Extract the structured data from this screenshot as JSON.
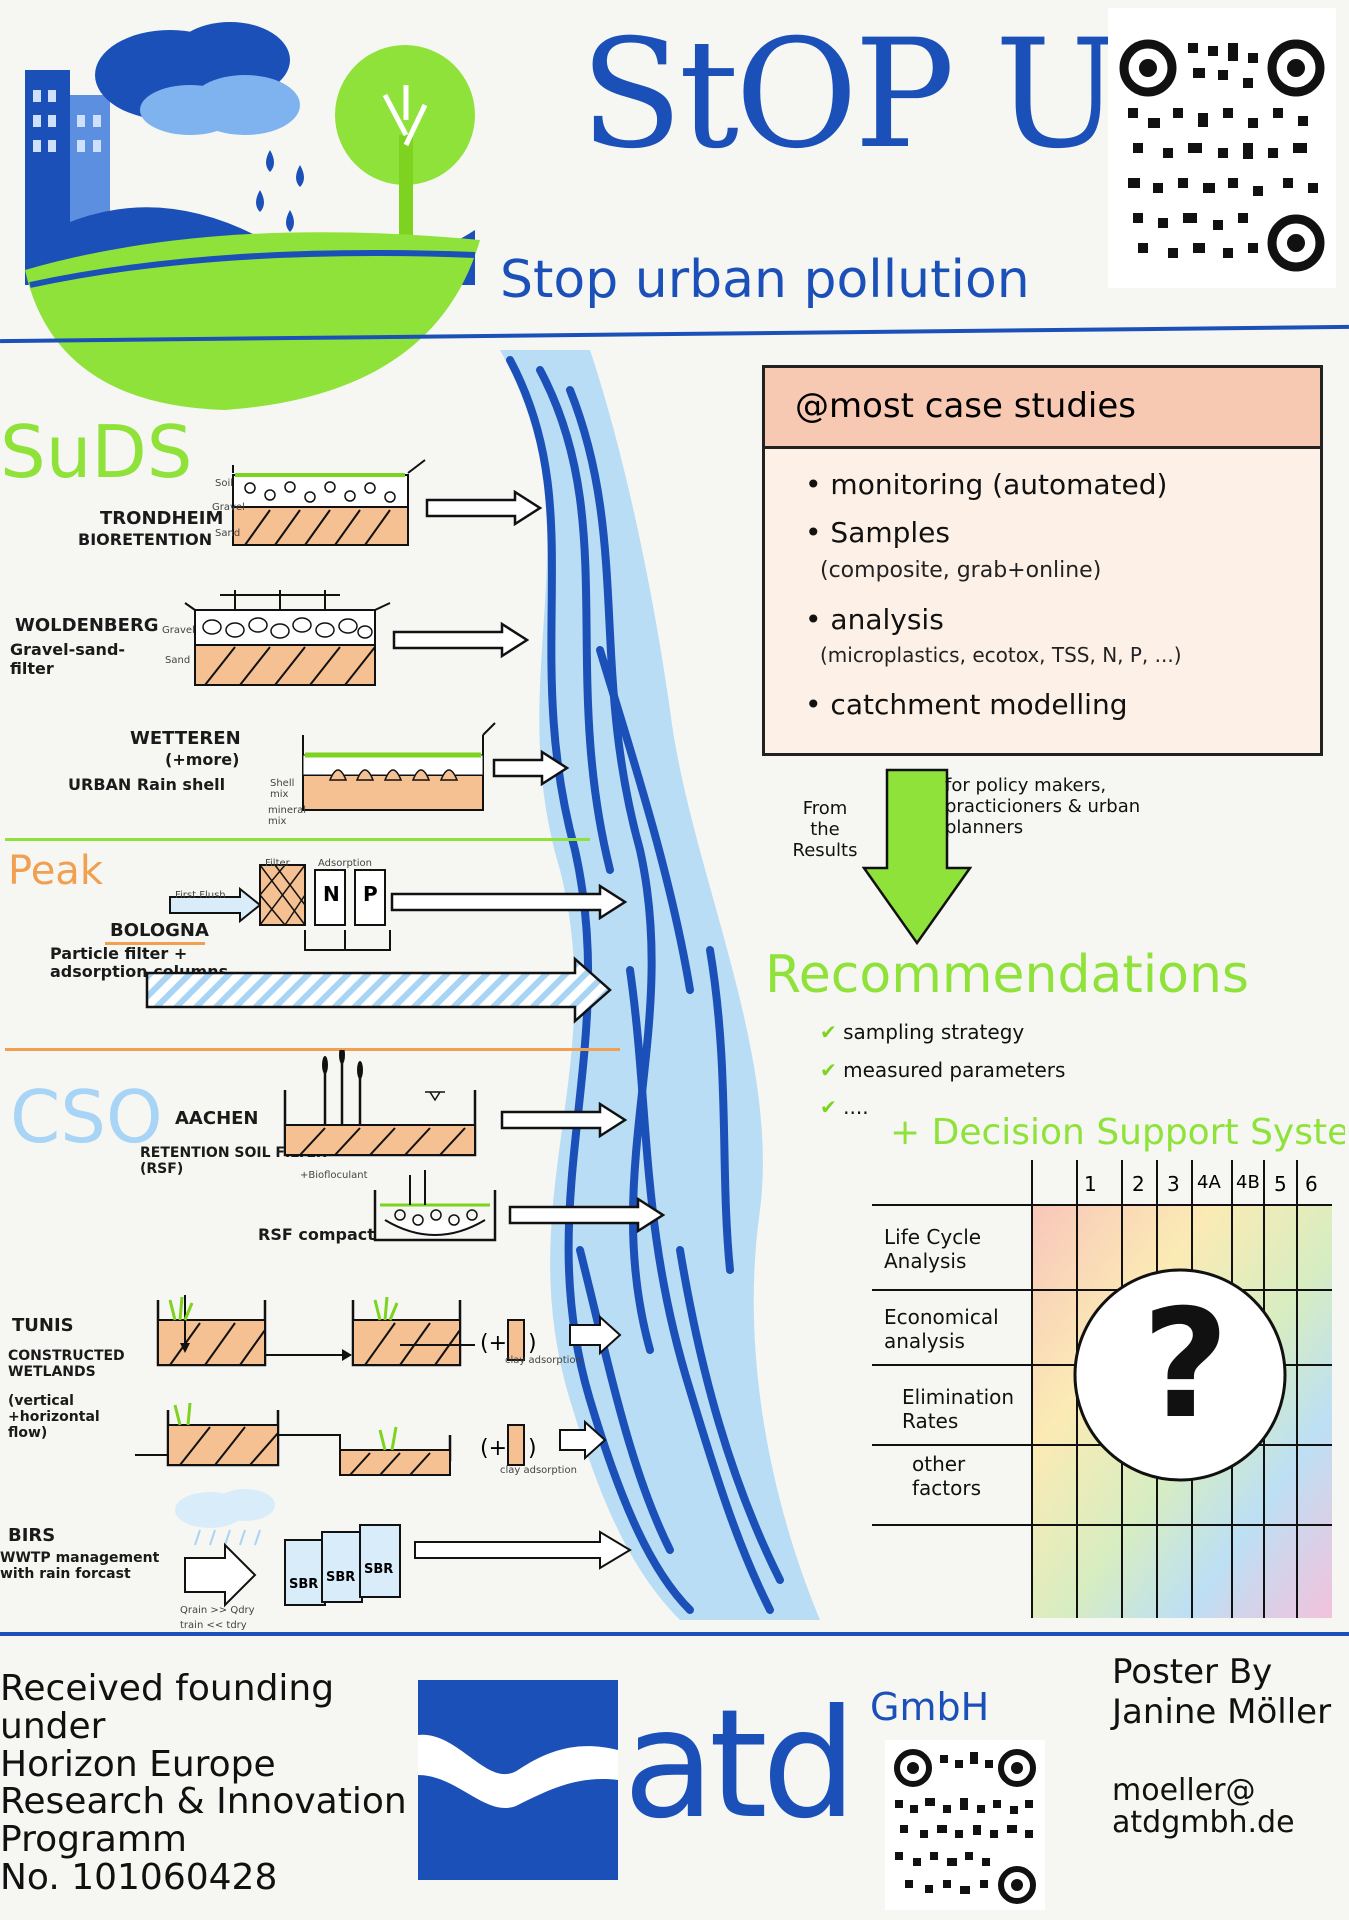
{
  "header": {
    "title": "StOP UP",
    "subtitle": "Stop urban pollution"
  },
  "suds": {
    "label": "SuDS",
    "cases": [
      {
        "name": "TRONDHEIM",
        "desc": "BIORETENTION",
        "layers": [
          "Soil",
          "Gravel",
          "Sand"
        ]
      },
      {
        "name": "WOLDENBERG",
        "desc": "Gravel-sand-filter",
        "layers": [
          "Gravel",
          "Sand"
        ]
      },
      {
        "name": "WETTEREN",
        "name2": "(+more)",
        "desc": "URBAN Rain shell",
        "layers": [
          "Shell mix",
          "mineral mix"
        ]
      }
    ]
  },
  "peak": {
    "label": "Peak",
    "cases": [
      {
        "name": "BOLOGNA",
        "desc": "Particle filter + adsorption columns",
        "first_flush": "First Flush",
        "filter": "Filter",
        "adsorption": "Adsorption",
        "col1": "N",
        "col2": "P"
      }
    ]
  },
  "cso": {
    "label": "CSO",
    "cases": [
      {
        "name": "AACHEN",
        "desc": "RETENTION SOIL FILTER (RSF)",
        "extra": "RSF compact",
        "additive": "+Biofloculant"
      },
      {
        "name": "TUNIS",
        "desc": "CONSTRUCTED WETLANDS",
        "desc2": "(vertical +horizontal flow)",
        "clay1": "clay adsorption",
        "clay2": "clay adsorption"
      },
      {
        "name": "BIRS",
        "desc": "WWTP management with rain forcast",
        "sbr": [
          "SBR",
          "SBR",
          "SBR"
        ],
        "q1": "Qrain >> Qdry",
        "q2": "train << tdry"
      }
    ]
  },
  "case_studies": {
    "title": "@most case studies",
    "items": [
      {
        "text": "monitoring (automated)"
      },
      {
        "text": "Samples",
        "sub": "(composite, grab+online)"
      },
      {
        "text": "analysis",
        "sub": "(microplastics, ecotox, TSS, N, P, ...)"
      },
      {
        "text": "catchment modelling"
      }
    ]
  },
  "flow": {
    "from": "From the Results",
    "for": "for policy makers, practicioners & urban planners"
  },
  "recommendations": {
    "title": "Recommendations",
    "items": [
      "sampling strategy",
      "measured parameters",
      "...."
    ],
    "dss": "+ Decision Support System",
    "columns": [
      "1",
      "2",
      "3",
      "4A",
      "4B",
      "5",
      "6"
    ],
    "rows": [
      "Life Cycle Analysis",
      "Economical analysis",
      "Elimination Rates",
      "other factors"
    ],
    "question": "?"
  },
  "footer": {
    "funding": [
      "Received founding under",
      "Horizon Europe",
      "Research & Innovation",
      "Programm",
      "No. 101060428"
    ],
    "logo_text": "atd",
    "logo_suffix": "GmbH",
    "author": [
      "Poster By",
      "Janine Möller"
    ],
    "email": [
      "moeller@",
      "atdgmbh.de"
    ]
  },
  "colors": {
    "brand_blue": "#1b50b8",
    "accent_green": "#7ed321",
    "peak_orange": "#f0a050",
    "cso_blue": "#8ec8ee",
    "box_bg": "#fdf0e6"
  }
}
